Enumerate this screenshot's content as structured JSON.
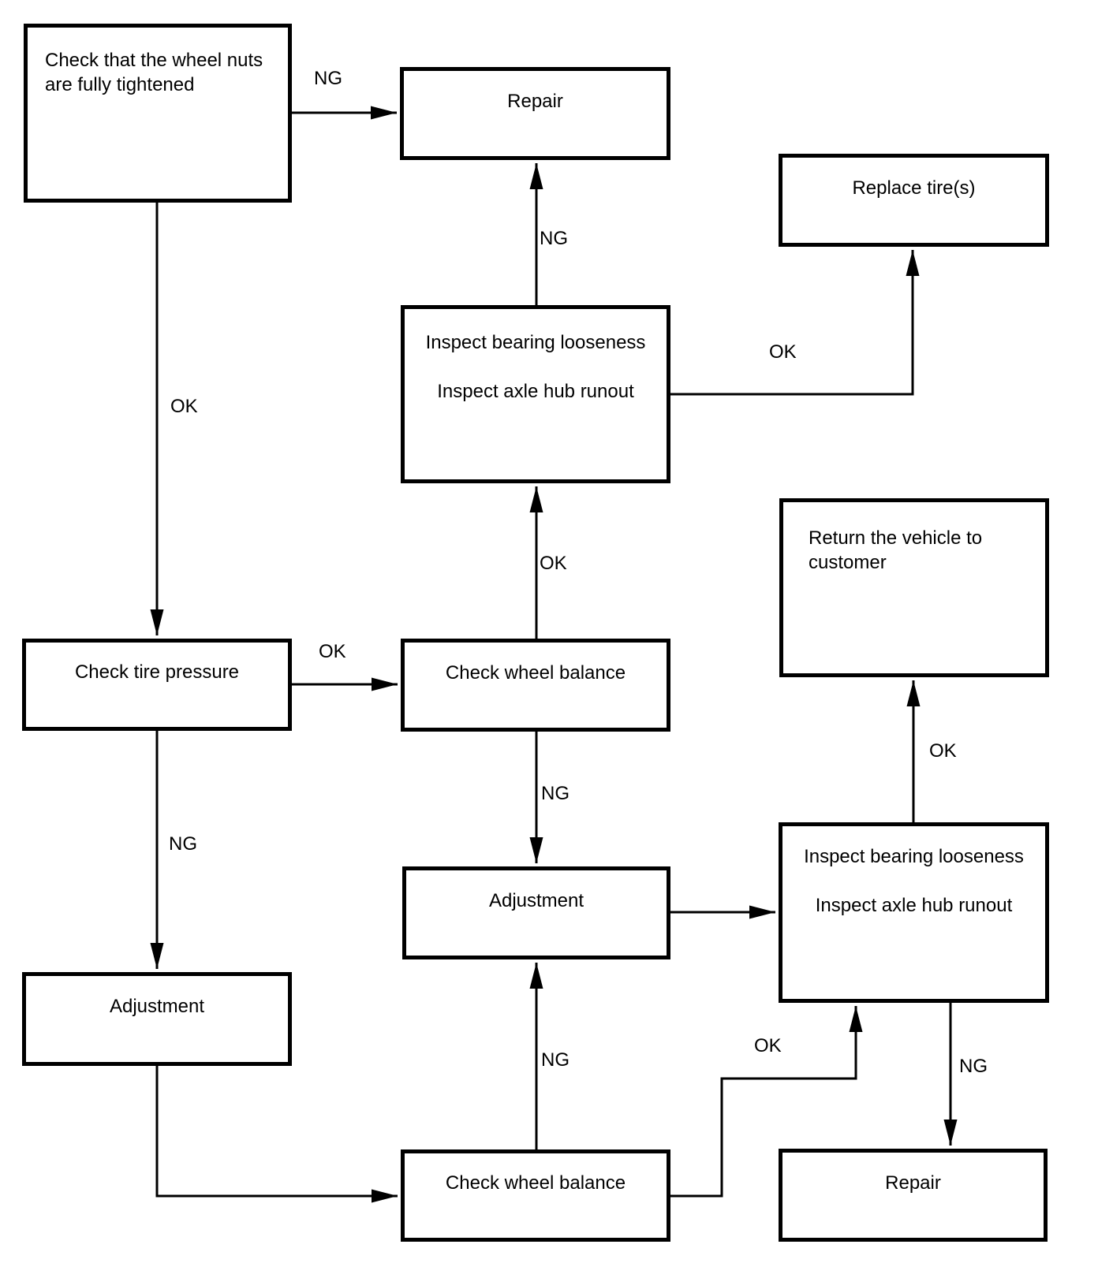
{
  "diagram": {
    "type": "flowchart",
    "background_color": "#ffffff",
    "stroke_color": "#000000",
    "nodes": {
      "check_wheel_nuts": {
        "label": "Check that the wheel nuts are fully tightened"
      },
      "repair_top": {
        "label": "Repair"
      },
      "replace_tires": {
        "label": "Replace tire(s)"
      },
      "inspect_hub_center": {
        "line1": "Inspect bearing looseness",
        "line2": "Inspect axle hub runout"
      },
      "check_tire_pressure": {
        "label": "Check tire pressure"
      },
      "check_wheel_balance_mid": {
        "label": "Check wheel balance"
      },
      "return_vehicle": {
        "label": "Return the vehicle to customer"
      },
      "adjustment_mid": {
        "label": "Adjustment"
      },
      "inspect_hub_right": {
        "line1": "Inspect bearing looseness",
        "line2": "Inspect axle hub runout"
      },
      "adjustment_left": {
        "label": "Adjustment"
      },
      "check_wheel_balance_bottom": {
        "label": "Check wheel balance"
      },
      "repair_bottom": {
        "label": "Repair"
      }
    },
    "edges": [
      {
        "from": "check_wheel_nuts",
        "to": "repair_top",
        "label": "NG"
      },
      {
        "from": "check_wheel_nuts",
        "to": "check_tire_pressure",
        "label": "OK"
      },
      {
        "from": "inspect_hub_center",
        "to": "repair_top",
        "label": "NG"
      },
      {
        "from": "inspect_hub_center",
        "to": "replace_tires",
        "label": "OK"
      },
      {
        "from": "check_wheel_balance_mid",
        "to": "inspect_hub_center",
        "label": "OK"
      },
      {
        "from": "check_tire_pressure",
        "to": "check_wheel_balance_mid",
        "label": "OK"
      },
      {
        "from": "check_wheel_balance_mid",
        "to": "adjustment_mid",
        "label": "NG"
      },
      {
        "from": "check_tire_pressure",
        "to": "adjustment_left",
        "label": "NG"
      },
      {
        "from": "adjustment_left",
        "to": "check_wheel_balance_bottom",
        "label": ""
      },
      {
        "from": "adjustment_mid",
        "to": "inspect_hub_right",
        "label": ""
      },
      {
        "from": "inspect_hub_right",
        "to": "return_vehicle",
        "label": "OK"
      },
      {
        "from": "check_wheel_balance_bottom",
        "to": "adjustment_mid",
        "label": "NG"
      },
      {
        "from": "check_wheel_balance_bottom",
        "to": "inspect_hub_right",
        "label": "OK"
      },
      {
        "from": "inspect_hub_right",
        "to": "repair_bottom",
        "label": "NG"
      }
    ]
  }
}
